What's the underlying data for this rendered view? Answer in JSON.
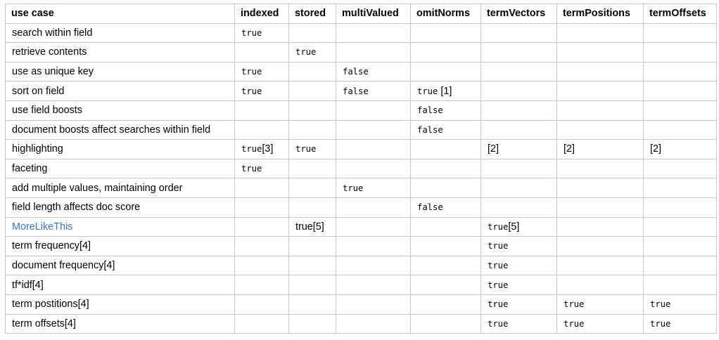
{
  "table": {
    "headers": [
      "use case",
      "indexed",
      "stored",
      "multiValued",
      "omitNorms",
      "termVectors",
      "termPositions",
      "termOffsets"
    ],
    "rows": [
      {
        "use_case": "search within field",
        "cells": [
          {
            "mono": "true"
          },
          {},
          {},
          {},
          {},
          {},
          {}
        ]
      },
      {
        "use_case": "retrieve contents",
        "cells": [
          {},
          {
            "mono": "true"
          },
          {},
          {},
          {},
          {},
          {}
        ]
      },
      {
        "use_case": "use as unique key",
        "cells": [
          {
            "mono": "true"
          },
          {},
          {
            "mono": "false"
          },
          {},
          {},
          {},
          {}
        ]
      },
      {
        "use_case": "sort on field",
        "cells": [
          {
            "mono": "true"
          },
          {},
          {
            "mono": "false"
          },
          {
            "mono": "true",
            "text": " [1]"
          },
          {},
          {},
          {}
        ]
      },
      {
        "use_case": "use field boosts",
        "cells": [
          {},
          {},
          {},
          {
            "mono": "false"
          },
          {},
          {},
          {}
        ]
      },
      {
        "use_case": "document boosts affect searches within field",
        "cells": [
          {},
          {},
          {},
          {
            "mono": "false"
          },
          {},
          {},
          {}
        ]
      },
      {
        "use_case": "highlighting",
        "cells": [
          {
            "mono": "true",
            "text": "[3]"
          },
          {
            "mono": "true"
          },
          {},
          {},
          {
            "text": "[2]"
          },
          {
            "text": "[2]"
          },
          {
            "text": "[2]"
          }
        ]
      },
      {
        "use_case": "faceting",
        "cells": [
          {
            "mono": "true"
          },
          {},
          {},
          {},
          {},
          {},
          {}
        ]
      },
      {
        "use_case": "add multiple values, maintaining order",
        "cells": [
          {},
          {},
          {
            "mono": "true"
          },
          {},
          {},
          {},
          {}
        ]
      },
      {
        "use_case": "field length affects doc score",
        "cells": [
          {},
          {},
          {},
          {
            "mono": "false"
          },
          {},
          {},
          {}
        ]
      },
      {
        "use_case": "MoreLikeThis",
        "link": true,
        "cells": [
          {},
          {
            "text": "true[5]"
          },
          {},
          {},
          {
            "mono": "true",
            "text": "[5]"
          },
          {},
          {}
        ]
      },
      {
        "use_case": "term frequency[4]",
        "cells": [
          {},
          {},
          {},
          {},
          {
            "mono": "true"
          },
          {},
          {}
        ]
      },
      {
        "use_case": "document frequency[4]",
        "cells": [
          {},
          {},
          {},
          {},
          {
            "mono": "true"
          },
          {},
          {}
        ]
      },
      {
        "use_case": "tf*idf[4]",
        "cells": [
          {},
          {},
          {},
          {},
          {
            "mono": "true"
          },
          {},
          {}
        ]
      },
      {
        "use_case": "term postitions[4]",
        "cells": [
          {},
          {},
          {},
          {},
          {
            "mono": "true"
          },
          {
            "mono": "true"
          },
          {
            "mono": "true"
          }
        ]
      },
      {
        "use_case": "term offsets[4]",
        "cells": [
          {},
          {},
          {},
          {},
          {
            "mono": "true"
          },
          {
            "mono": "true"
          },
          {
            "mono": "true"
          }
        ]
      }
    ]
  },
  "colors": {
    "border": "#c6c6c6",
    "link": "#3b77d6",
    "text": "#000000"
  }
}
